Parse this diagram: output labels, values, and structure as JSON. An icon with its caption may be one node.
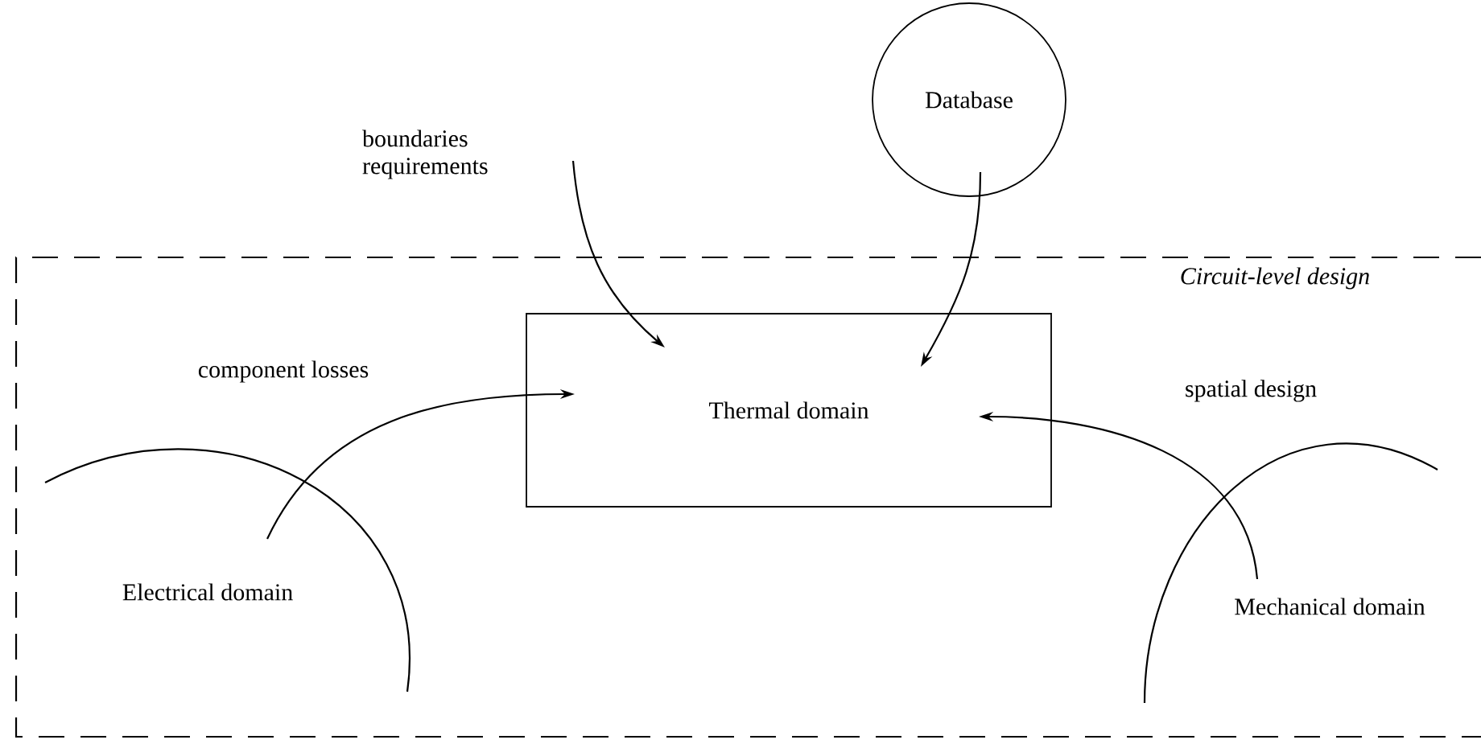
{
  "diagram": {
    "nodes": [
      {
        "text": [
          "Circuit-level design"
        ]
      },
      {
        "text": [
          "Thermal domain"
        ],
        "in": 0
      },
      {
        "text": [
          "Database"
        ]
      },
      {
        "text": [
          "boundaries requirements"
        ]
      },
      {
        "text": [
          "Electrical domain"
        ],
        "in": 0
      },
      {
        "text": [
          "Mechanical domain"
        ],
        "in": 0
      }
    ],
    "edges": [
      {
        "from": 3,
        "to": 1,
        "arrow": "to"
      },
      {
        "from": 2,
        "to": 1,
        "arrow": "to"
      },
      {
        "from": 4,
        "to": 1,
        "arrow": "to",
        "label": "component losses"
      },
      {
        "from": 5,
        "to": 1,
        "arrow": "to",
        "label": "spatial design"
      }
    ]
  }
}
